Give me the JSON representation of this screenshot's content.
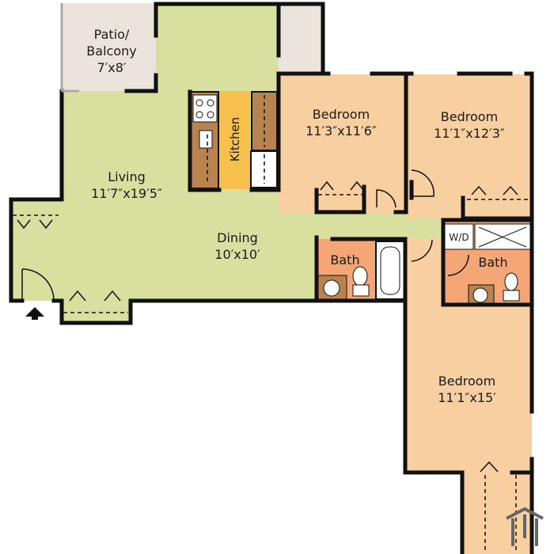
{
  "colors": {
    "living": "#d9df9f",
    "bedroom": "#f7cfa0",
    "bath": "#f4a677",
    "patio": "#ebe4dd",
    "kitchen": "#f7c04c",
    "cabinet": "#b8834f",
    "wall": "#111111"
  },
  "rooms": {
    "patio": {
      "name": "Patio/",
      "name2": "Balcony",
      "size": "7′x8′"
    },
    "living": {
      "name": "Living",
      "size": "11′7″x19′5″"
    },
    "kitchen": {
      "name": "Kitchen"
    },
    "dining": {
      "name": "Dining",
      "size": "10′x10′"
    },
    "bedroom1": {
      "name": "Bedroom",
      "size": "11′3″x11′6″"
    },
    "bedroom2": {
      "name": "Bedroom",
      "size": "11′1″x12′3″"
    },
    "bedroom3": {
      "name": "Bedroom",
      "size": "11′1″x15′"
    },
    "bath1": {
      "name": "Bath"
    },
    "bath2": {
      "name": "Bath"
    },
    "laundry": {
      "name": "W/D"
    }
  },
  "icons": {
    "entry": "arrow-up-icon",
    "logo": "house-logo-icon"
  }
}
